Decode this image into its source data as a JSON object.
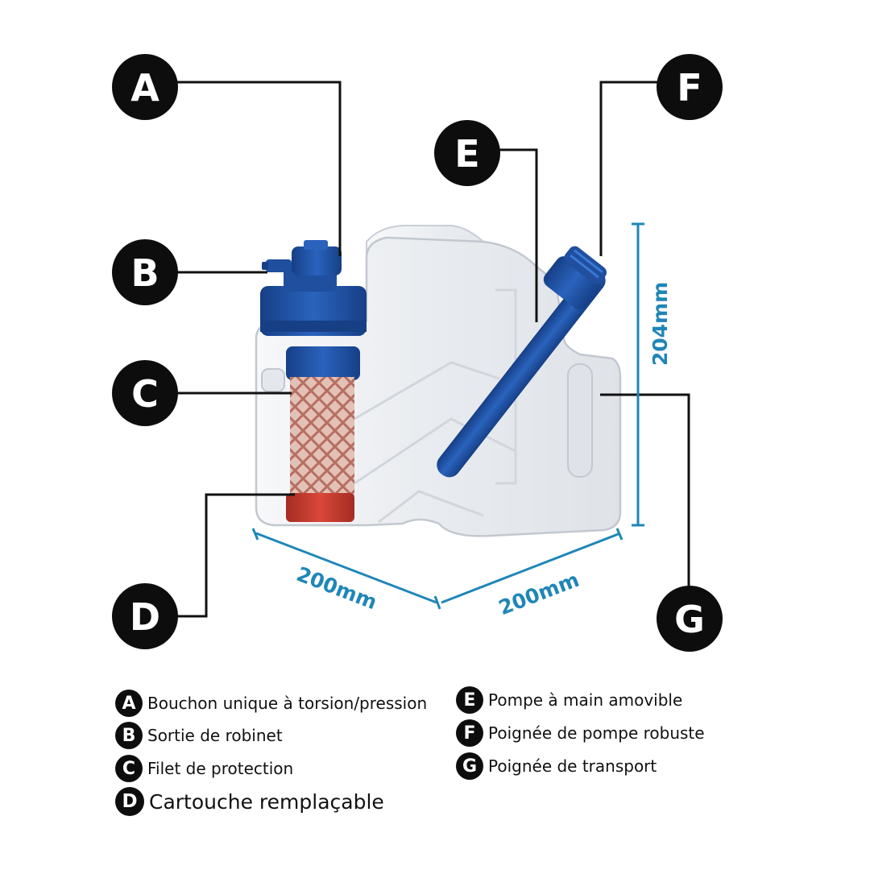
{
  "callouts": [
    {
      "letter": "A",
      "label": "Bouchon unique à torsion/pression"
    },
    {
      "letter": "B",
      "label": "Sortie de robinet"
    },
    {
      "letter": "C",
      "label": "Filet de protection"
    },
    {
      "letter": "D",
      "label": "Cartouche remplaçable"
    },
    {
      "letter": "E",
      "label": "Pompe à main amovible"
    },
    {
      "letter": "F",
      "label": "Poignée de pompe robuste"
    },
    {
      "letter": "G",
      "label": "Poignée de transport"
    }
  ],
  "dimensions": {
    "height": "204mm",
    "width_left": "200mm",
    "width_right": "200mm"
  },
  "colors": {
    "callout_fill": "#0d0d0d",
    "leader_line": "#111111",
    "dimension": "#1f86b8",
    "container_body": "#eef0f3",
    "cap_blue": "#1f4f9e",
    "pump_blue": "#1f4f9e",
    "filter_mesh": "#c98a7c",
    "cartridge_red": "#c43a2e"
  }
}
